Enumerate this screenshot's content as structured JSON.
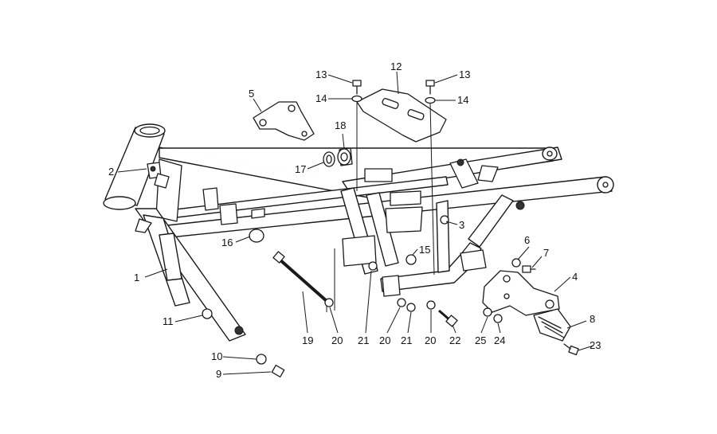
{
  "diagram": {
    "callouts": [
      {
        "id": "c1",
        "label": "1"
      },
      {
        "id": "c2",
        "label": "2"
      },
      {
        "id": "c3",
        "label": "3"
      },
      {
        "id": "c4",
        "label": "4"
      },
      {
        "id": "c5",
        "label": "5"
      },
      {
        "id": "c6",
        "label": "6"
      },
      {
        "id": "c7",
        "label": "7"
      },
      {
        "id": "c8",
        "label": "8"
      },
      {
        "id": "c9",
        "label": "9"
      },
      {
        "id": "c10",
        "label": "10"
      },
      {
        "id": "c11",
        "label": "11"
      },
      {
        "id": "c12",
        "label": "12"
      },
      {
        "id": "c13a",
        "label": "13"
      },
      {
        "id": "c13b",
        "label": "13"
      },
      {
        "id": "c14a",
        "label": "14"
      },
      {
        "id": "c14b",
        "label": "14"
      },
      {
        "id": "c15",
        "label": "15"
      },
      {
        "id": "c16",
        "label": "16"
      },
      {
        "id": "c17",
        "label": "17"
      },
      {
        "id": "c18",
        "label": "18"
      },
      {
        "id": "c19",
        "label": "19"
      },
      {
        "id": "c20a",
        "label": "20"
      },
      {
        "id": "c20b",
        "label": "20"
      },
      {
        "id": "c20c",
        "label": "20"
      },
      {
        "id": "c21a",
        "label": "21"
      },
      {
        "id": "c21b",
        "label": "21"
      },
      {
        "id": "c22",
        "label": "22"
      },
      {
        "id": "c23",
        "label": "23"
      },
      {
        "id": "c24",
        "label": "24"
      },
      {
        "id": "c25",
        "label": "25"
      }
    ]
  }
}
